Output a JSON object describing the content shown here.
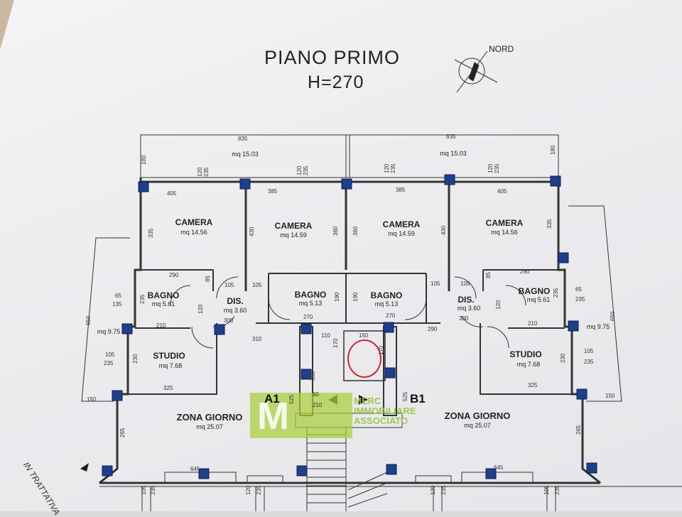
{
  "title": {
    "main": "PIANO PRIMO",
    "height": "H=270",
    "north": "NORD"
  },
  "watermark": {
    "logo": "M",
    "line1": "MERC",
    "line2": "IMMOBILIARE",
    "line3": "ASSOCIATO",
    "colors": {
      "green": "#9ccc3c"
    }
  },
  "units": {
    "A1": "A1",
    "B1": "B1"
  },
  "rooms": {
    "camera": "CAMERA",
    "bagno": "BAGNO",
    "dis": "DIS.",
    "studio": "STUDIO",
    "zona": "ZONA GIORNO",
    "a_camera1": "mq 14.56",
    "a_camera2": "mq 14.59",
    "a_camera3": "mq 14.59",
    "a_camera4": "mq 14.56",
    "a_bagno1": "mq 5.61",
    "a_bagno2": "mq 5.13",
    "a_bagno3": "mq 5.13",
    "a_bagno4": "mq 5.61",
    "a_dis1": "mq 3.60",
    "a_dis2": "mq 3.60",
    "a_studio1": "mq 7.68",
    "a_studio2": "mq 7.68",
    "a_zona1": "mq 25.07",
    "a_zona2": "mq 25.07",
    "a_balc1": "mq 15.03",
    "a_balc2": "mq 15.03",
    "a_side1": "mq 9.75",
    "a_side2": "mq 9.75"
  },
  "dims": {
    "d835": "835",
    "d405": "405",
    "d385": "385",
    "d120": "120",
    "d235": "235",
    "d180": "180",
    "d335": "335",
    "d430": "430",
    "d360": "360",
    "d290": "290",
    "d85": "85",
    "d105": "105",
    "d65": "65",
    "d135": "135",
    "d190": "190",
    "d270": "270",
    "d300": "300",
    "d210": "210",
    "d310": "310",
    "d110": "110",
    "d150": "150",
    "d170": "170",
    "d650": "650",
    "d230": "230",
    "d325": "325",
    "d350": "350",
    "d90": "90",
    "d525": "525",
    "d265": "265",
    "d645": "645"
  },
  "handwriting": "IN TRATTATIVA"
}
